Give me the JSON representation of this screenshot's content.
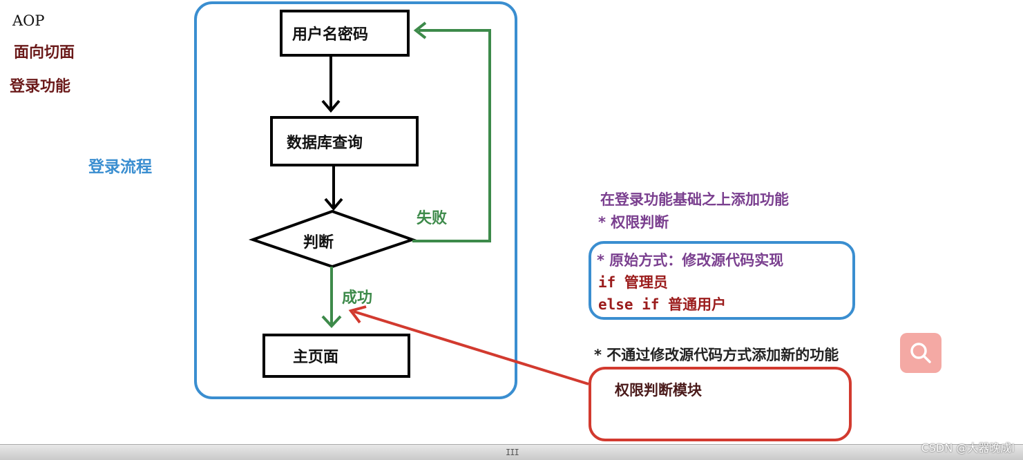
{
  "left_labels": {
    "aop": "AOP",
    "aspect": "面向切面",
    "login_feature": "登录功能",
    "login_flow": "登录流程"
  },
  "flowchart": {
    "node_credentials": "用户名密码",
    "node_db_query": "数据库查询",
    "node_decision": "判断",
    "node_home": "主页面",
    "edge_fail": "失败",
    "edge_success": "成功"
  },
  "notes": {
    "extend_title": "在登录功能基础之上添加功能",
    "permission_item": "* 权限判断",
    "original_way": "* 原始方式：修改源代码实现",
    "code_if": "if 管理员",
    "code_else": "else if 普通用户",
    "new_way": "* 不通过修改源代码方式添加新的功能",
    "module_label": "权限判断模块"
  },
  "status": {
    "grip": "III",
    "watermark": "CSDN @大器晚成I"
  },
  "colors": {
    "frame_blue": "#3a8ed0",
    "edge_green": "#3d8a4a",
    "arrow_red": "#d23a2f",
    "note_purple": "#7a3f8f",
    "code_red": "#9b1c1c",
    "search_bg": "#f4a9a4"
  },
  "icons": {
    "search": "search-icon"
  }
}
